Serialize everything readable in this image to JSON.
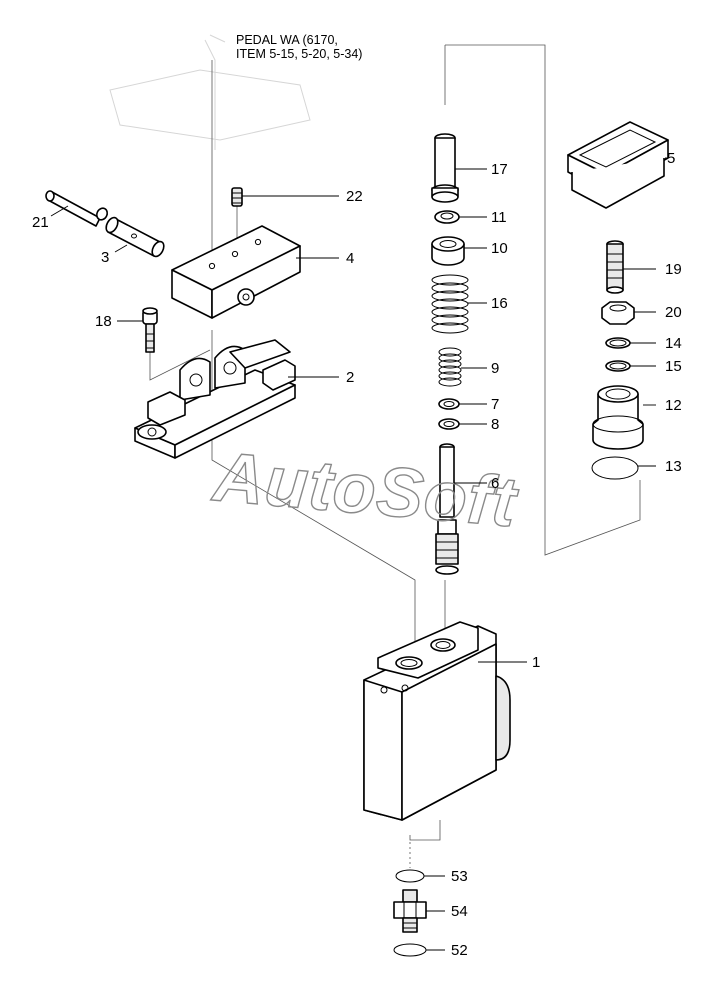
{
  "note": {
    "line1": "PEDAL WA (6170,",
    "line2": "ITEM 5-15, 5-20, 5-34)"
  },
  "watermark": "AutoSoft",
  "callouts": {
    "c1": "1",
    "c2": "2",
    "c3": "3",
    "c4": "4",
    "c5": "5",
    "c6": "6",
    "c7": "7",
    "c8": "8",
    "c9": "9",
    "c10": "10",
    "c11": "11",
    "c12": "12",
    "c13": "13",
    "c14": "14",
    "c15": "15",
    "c16": "16",
    "c17": "17",
    "c18": "18",
    "c19": "19",
    "c20": "20",
    "c21": "21",
    "c22": "22",
    "c52": "52",
    "c53": "53",
    "c54": "54"
  }
}
